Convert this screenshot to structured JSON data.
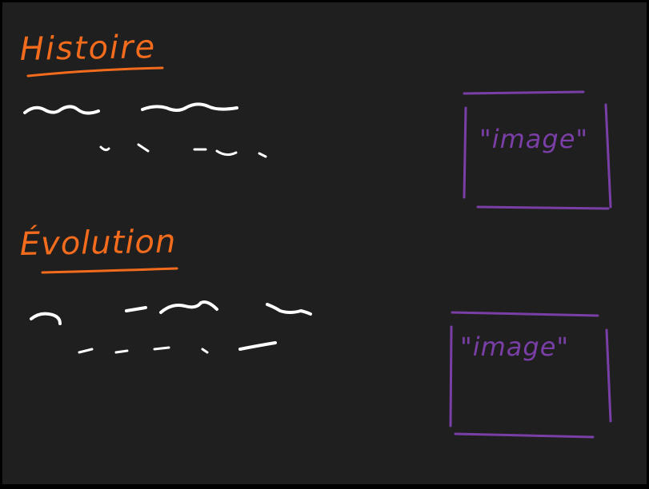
{
  "colors": {
    "background": "#1f1f1f",
    "heading": "#f36b1c",
    "scribble": "#ffffff",
    "placeholder": "#7a3fa6"
  },
  "sections": [
    {
      "heading": "Histoire",
      "image_placeholder_label": "\"image\""
    },
    {
      "heading": "Évolution",
      "image_placeholder_label": "\"image\""
    }
  ]
}
